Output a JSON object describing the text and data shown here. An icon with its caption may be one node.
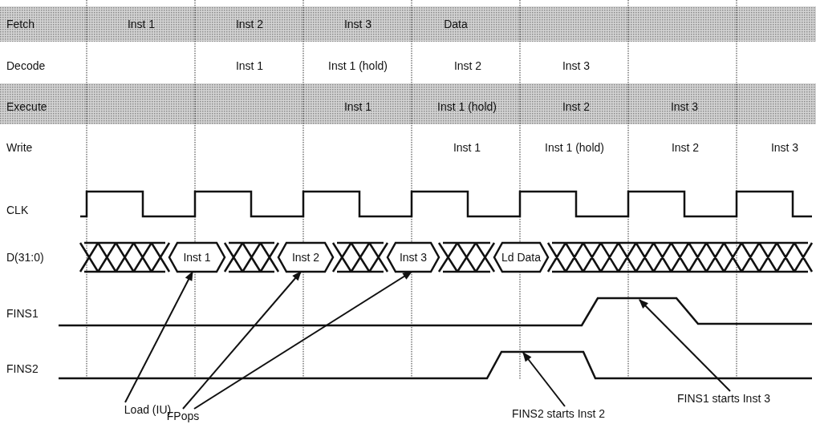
{
  "diagram": {
    "nodes": [
      {
        "text": [
          "Inst 1"
        ]
      },
      {
        "text": [
          "Inst 2"
        ]
      },
      {
        "text": [
          "Inst 3"
        ]
      },
      {
        "text": [
          "Ld Data"
        ]
      },
      {
        "text": [
          "Load (IU)"
        ]
      },
      {
        "text": [
          "FPops"
        ]
      },
      {
        "text": [
          "FINS2 starts Inst 2"
        ]
      },
      {
        "text": [
          "FINS1 starts Inst 3"
        ]
      }
    ],
    "edges": [
      {
        "from": 4,
        "to": 0,
        "arrow": "to"
      },
      {
        "from": 5,
        "to": 1,
        "arrow": "to"
      },
      {
        "from": 5,
        "to": 2,
        "arrow": "to"
      },
      {
        "from": 6,
        "to": null,
        "arrow": "to"
      },
      {
        "from": 7,
        "to": null,
        "arrow": "to"
      }
    ],
    "labels": [
      "Fetch",
      "Inst 1",
      "Inst 2",
      "Inst 3",
      "Data",
      "Decode",
      "Inst 1",
      "Inst 1 (hold)",
      "Inst 2",
      "Inst 3",
      "Execute",
      "Inst 1",
      "Inst 1 (hold)",
      "Inst 2",
      "Inst 3",
      "Write",
      "Inst 1",
      "Inst 1 (hold)",
      "Inst 2",
      "Inst 3",
      "CLK",
      "D(31:0)",
      "FINS1",
      "FINS2"
    ]
  }
}
